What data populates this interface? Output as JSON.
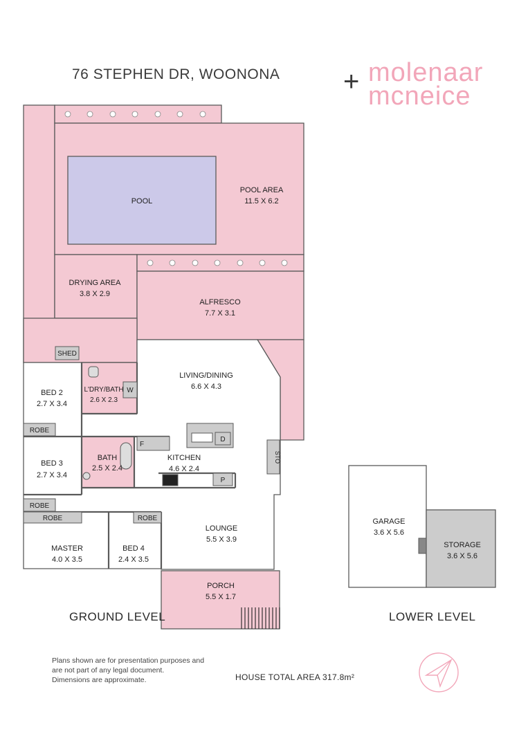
{
  "header": {
    "address": "76 STEPHEN DR, WOONONA"
  },
  "brand": {
    "symbol": "+",
    "line1": "molenaar",
    "line2": "mcneice",
    "color": "#f2a6b9"
  },
  "colors": {
    "room_fill": "#f4c9d3",
    "pool_fill": "#ccc9e9",
    "storage_fill": "#cccccc",
    "interior_fill": "#ffffff",
    "wall": "#5a5a5a"
  },
  "rooms": {
    "pool": {
      "name": "POOL"
    },
    "pool_area": {
      "name": "POOL AREA",
      "dims": "11.5 X 6.2"
    },
    "drying_area": {
      "name": "DRYING AREA",
      "dims": "3.8 X 2.9"
    },
    "alfresco": {
      "name": "ALFRESCO",
      "dims": "7.7 X 3.1"
    },
    "shed": {
      "name": "SHED"
    },
    "bed2": {
      "name": "BED 2",
      "dims": "2.7 X 3.4"
    },
    "laundry_bath": {
      "name": "L'DRY/BATH",
      "dims": "2.6 X 2.3"
    },
    "living_dining": {
      "name": "LIVING/DINING",
      "dims": "6.6 X 4.3"
    },
    "bed3": {
      "name": "BED 3",
      "dims": "2.7 X 3.4"
    },
    "bath": {
      "name": "BATH",
      "dims": "2.5 X 2.4"
    },
    "kitchen": {
      "name": "KITCHEN",
      "dims": "4.6 X 2.4"
    },
    "lounge": {
      "name": "LOUNGE",
      "dims": "5.5 X 3.9"
    },
    "master": {
      "name": "MASTER",
      "dims": "4.0 X 3.5"
    },
    "bed4": {
      "name": "BED 4",
      "dims": "2.4 X 3.5"
    },
    "porch": {
      "name": "PORCH",
      "dims": "5.5 X 1.7"
    },
    "garage": {
      "name": "GARAGE",
      "dims": "3.6 X 5.6"
    },
    "storage": {
      "name": "STORAGE",
      "dims": "3.6 X 5.6"
    }
  },
  "fixtures": {
    "robe": "ROBE",
    "washer": "W",
    "fridge": "F",
    "dishwasher": "D",
    "pantry": "P",
    "storage_cupboard": "STO"
  },
  "levels": {
    "ground": "GROUND LEVEL",
    "lower": "LOWER LEVEL"
  },
  "disclaimer": [
    "Plans shown are for presentation purposes and",
    "are not part of any legal document.",
    "Dimensions are approximate."
  ],
  "total_area": "HOUSE TOTAL AREA 317.8m²"
}
